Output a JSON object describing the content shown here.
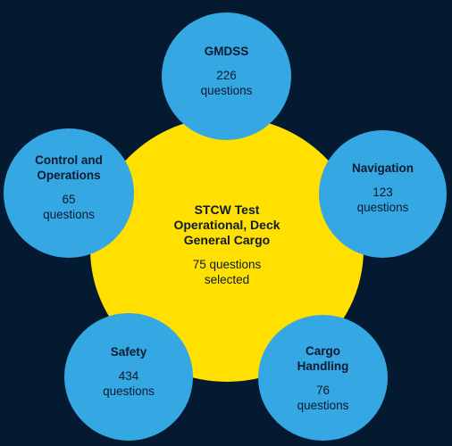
{
  "center": {
    "title": "STCW Test Operational, Deck General Cargo",
    "subtitle": "75 questions selected"
  },
  "topics": [
    {
      "title": "GMDSS",
      "count": "226",
      "unit": "questions"
    },
    {
      "title": "Navigation",
      "count": "123",
      "unit": "questions"
    },
    {
      "title": "Cargo Handling",
      "count": "76",
      "unit": "questions"
    },
    {
      "title": "Safety",
      "count": "434",
      "unit": "questions"
    },
    {
      "title": "Control and Operations",
      "count": "65",
      "unit": "questions"
    }
  ],
  "colors": {
    "background": "#041a30",
    "center_fill": "#ffe000",
    "topic_fill": "#35a7e3",
    "text": "#0d1b2e"
  }
}
